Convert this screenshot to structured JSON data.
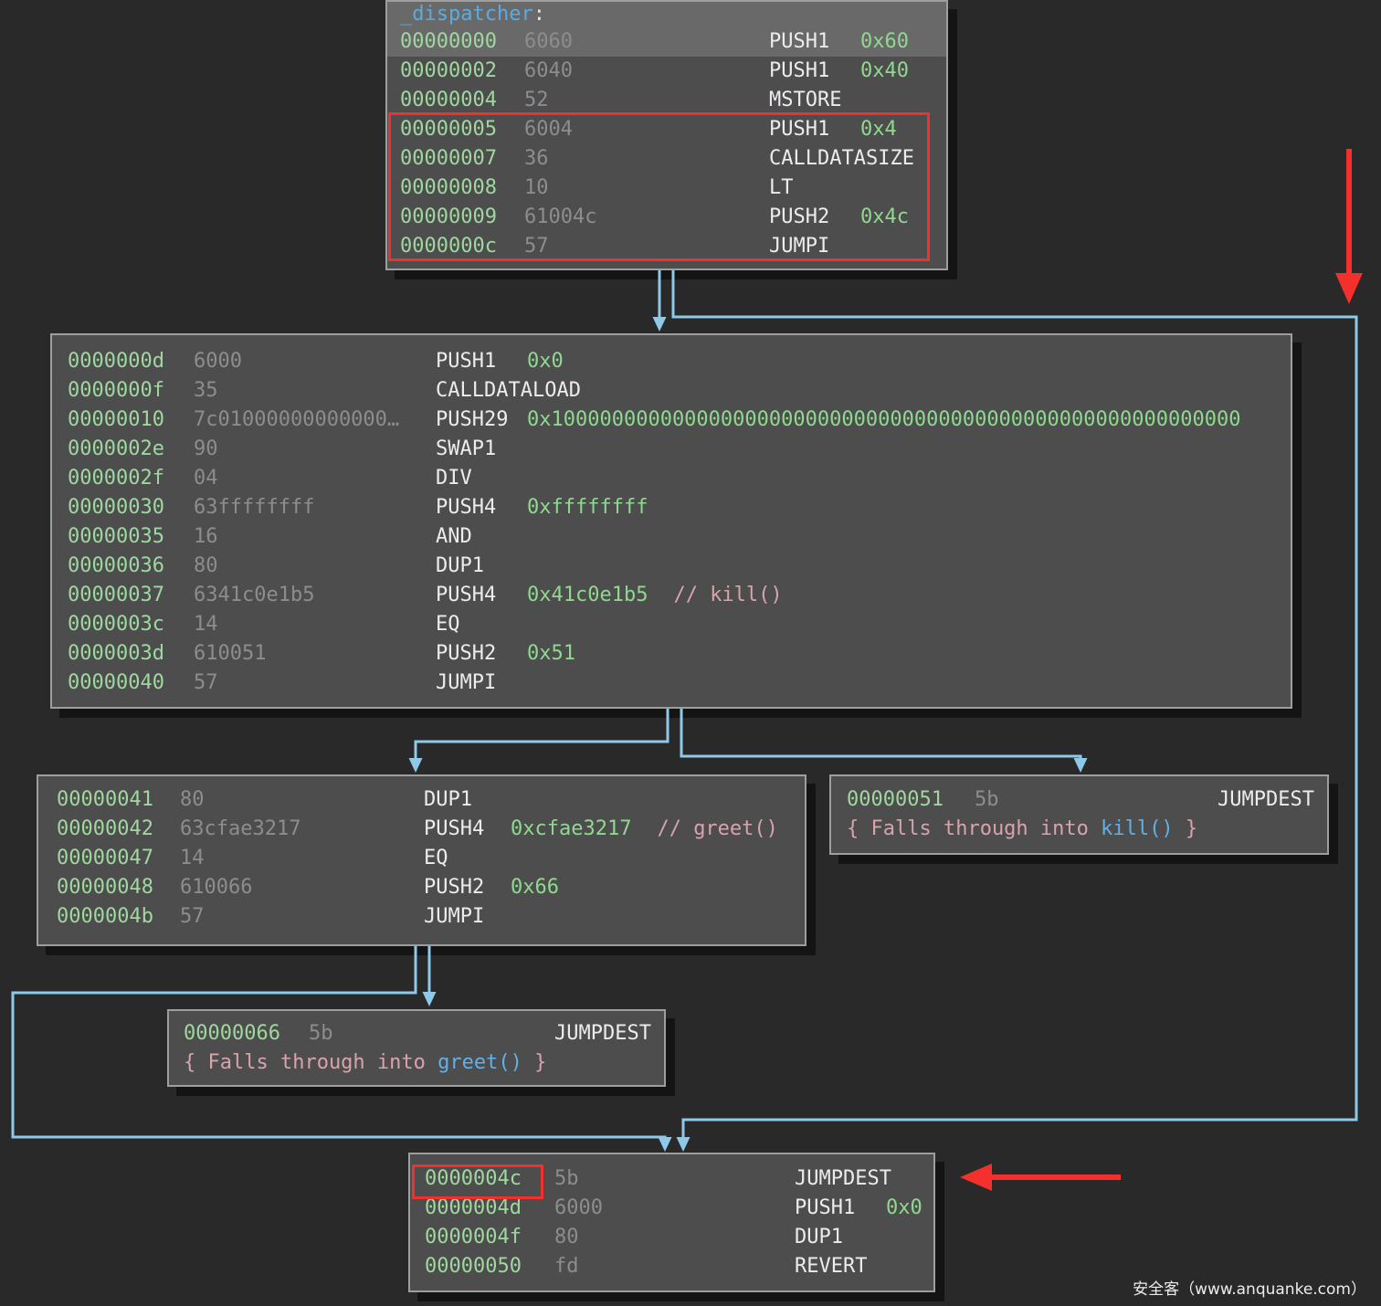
{
  "page": {
    "watermark": "安全客（www.anquanke.com）"
  },
  "colors": {
    "background": "#292929",
    "block_background": "#4d4d4d",
    "block_header_background": "#696969",
    "block_border": "#9e9e9e",
    "address_green": "#9fd89f",
    "bytes_gray": "#8d8d8d",
    "mnemonic_white": "#ececec",
    "operand_green": "#8fd98f",
    "comment_pink": "#d9a3ad",
    "function_blue": "#61b0e8",
    "label_blue": "#5cabe0",
    "edge_blue": "#8fc9ea",
    "annotation_red": "#f3302c"
  },
  "blocks": {
    "dispatcher": {
      "label": "_dispatcher",
      "label_colon": ":",
      "rows": [
        {
          "addr": "00000000",
          "bytes": "6060",
          "mn": "PUSH1",
          "op": "0x60",
          "hl": true
        },
        {
          "addr": "00000002",
          "bytes": "6040",
          "mn": "PUSH1",
          "op": "0x40"
        },
        {
          "addr": "00000004",
          "bytes": "52",
          "mn": "MSTORE"
        },
        {
          "addr": "00000005",
          "bytes": "6004",
          "mn": "PUSH1",
          "op": "0x4"
        },
        {
          "addr": "00000007",
          "bytes": "36",
          "mn": "CALLDATASIZE"
        },
        {
          "addr": "00000008",
          "bytes": "10",
          "mn": "LT"
        },
        {
          "addr": "00000009",
          "bytes": "61004c",
          "mn": "PUSH2",
          "op": "0x4c"
        },
        {
          "addr": "0000000c",
          "bytes": "57",
          "mn": "JUMPI"
        }
      ]
    },
    "selector": {
      "rows": [
        {
          "addr": "0000000d",
          "bytes": "6000",
          "mn": "PUSH1",
          "op": "0x0"
        },
        {
          "addr": "0000000f",
          "bytes": "35",
          "mn": "CALLDATALOAD"
        },
        {
          "addr": "00000010",
          "bytes": "7c01000000000000…",
          "mn": "PUSH29",
          "op": "0x100000000000000000000000000000000000000000000000000000000"
        },
        {
          "addr": "0000002e",
          "bytes": "90",
          "mn": "SWAP1"
        },
        {
          "addr": "0000002f",
          "bytes": "04",
          "mn": "DIV"
        },
        {
          "addr": "00000030",
          "bytes": "63ffffffff",
          "mn": "PUSH4",
          "op": "0xffffffff"
        },
        {
          "addr": "00000035",
          "bytes": "16",
          "mn": "AND"
        },
        {
          "addr": "00000036",
          "bytes": "80",
          "mn": "DUP1"
        },
        {
          "addr": "00000037",
          "bytes": "6341c0e1b5",
          "mn": "PUSH4",
          "op": "0x41c0e1b5",
          "comment": "// kill()"
        },
        {
          "addr": "0000003c",
          "bytes": "14",
          "mn": "EQ"
        },
        {
          "addr": "0000003d",
          "bytes": "610051",
          "mn": "PUSH2",
          "op": "0x51"
        },
        {
          "addr": "00000040",
          "bytes": "57",
          "mn": "JUMPI"
        }
      ]
    },
    "greet_check": {
      "rows": [
        {
          "addr": "00000041",
          "bytes": "80",
          "mn": "DUP1"
        },
        {
          "addr": "00000042",
          "bytes": "63cfae3217",
          "mn": "PUSH4",
          "op": "0xcfae3217",
          "comment": "// greet()"
        },
        {
          "addr": "00000047",
          "bytes": "14",
          "mn": "EQ"
        },
        {
          "addr": "00000048",
          "bytes": "610066",
          "mn": "PUSH2",
          "op": "0x66"
        },
        {
          "addr": "0000004b",
          "bytes": "57",
          "mn": "JUMPI"
        }
      ]
    },
    "kill_dest": {
      "addr": "00000051",
      "bytes": "5b",
      "mn": "JUMPDEST",
      "note_prefix": "{ Falls through into ",
      "note_func": "kill()",
      "note_suffix": " }"
    },
    "greet_dest": {
      "addr": "00000066",
      "bytes": "5b",
      "mn": "JUMPDEST",
      "note_prefix": "{ Falls through into ",
      "note_func": "greet()",
      "note_suffix": " }"
    },
    "revert_block": {
      "rows": [
        {
          "addr": "0000004c",
          "bytes": "5b",
          "mn": "JUMPDEST"
        },
        {
          "addr": "0000004d",
          "bytes": "6000",
          "mn": "PUSH1",
          "op": "0x0"
        },
        {
          "addr": "0000004f",
          "bytes": "80",
          "mn": "DUP1"
        },
        {
          "addr": "00000050",
          "bytes": "fd",
          "mn": "REVERT"
        }
      ]
    }
  }
}
